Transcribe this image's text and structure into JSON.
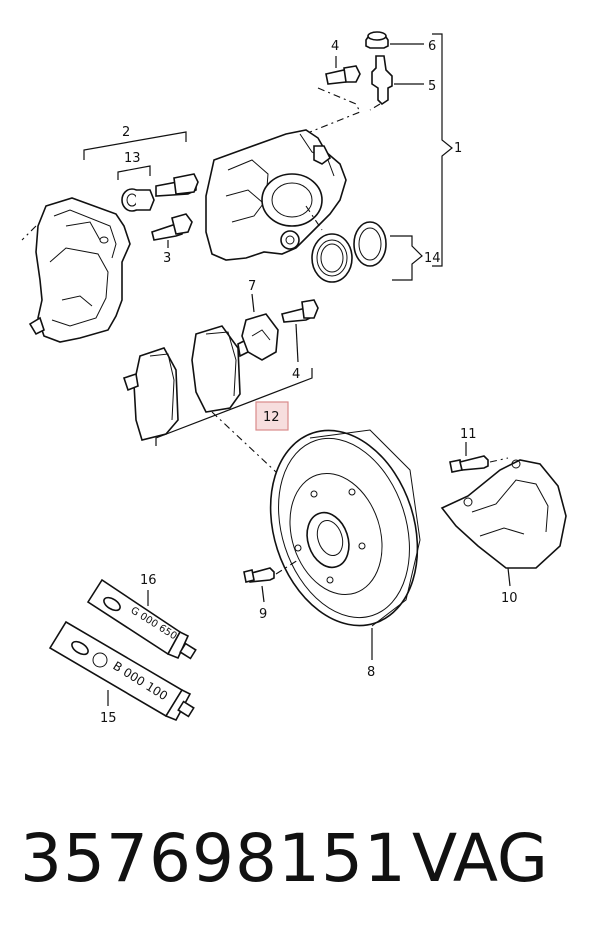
{
  "callouts": {
    "c1": "1",
    "c2": "2",
    "c3": "3",
    "c4_top": "4",
    "c4_mid": "4",
    "c5": "5",
    "c6": "6",
    "c7": "7",
    "c8": "8",
    "c9": "9",
    "c10": "10",
    "c11": "11",
    "c12": "12",
    "c13": "13",
    "c14": "14",
    "c15": "15",
    "c16": "16"
  },
  "tubes": {
    "upper_code": "G 000 650",
    "lower_code": "B 000 100"
  },
  "footer": {
    "part_number": "357698151",
    "brand": "VAG"
  },
  "colors": {
    "highlight_fill": "#f7dede",
    "highlight_stroke": "#d98a8a"
  }
}
